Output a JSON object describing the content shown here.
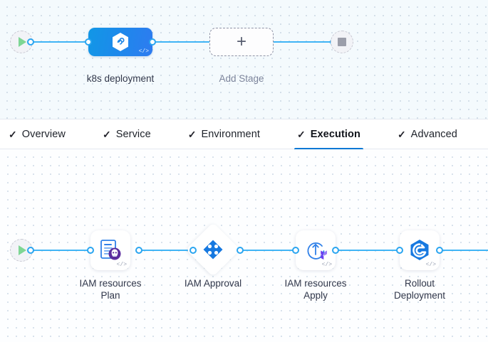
{
  "stage_canvas": {
    "start_node": {
      "icon": "play-icon",
      "name": "pipeline-start"
    },
    "end_node": {
      "icon": "stop-icon",
      "name": "pipeline-end"
    },
    "stages": [
      {
        "label": "k8s deployment",
        "icon": "kubernetes-hexagon-icon",
        "code_tag": "</>",
        "selected": true
      },
      {
        "label": "Add Stage",
        "icon": "plus-icon",
        "placeholder": true
      }
    ],
    "background": "#f4fafd",
    "connector_color": "#40b4f5"
  },
  "tabs": {
    "items": [
      {
        "label": "Overview",
        "check": "✓",
        "active": false
      },
      {
        "label": "Service",
        "check": "✓",
        "active": false
      },
      {
        "label": "Environment",
        "check": "✓",
        "active": false
      },
      {
        "label": "Execution",
        "check": "✓",
        "active": true
      },
      {
        "label": "Advanced",
        "check": "✓",
        "active": false
      }
    ],
    "active_underline_color": "#0878d4"
  },
  "step_canvas": {
    "start_node": {
      "icon": "play-icon",
      "name": "execution-start"
    },
    "steps": [
      {
        "label": "IAM resources\nPlan",
        "icon": "terraform-plan-icon",
        "code_tag": "</>",
        "shape": "rounded"
      },
      {
        "label": "IAM Approval",
        "icon": "approval-diamond-icon",
        "shape": "diamond"
      },
      {
        "label": "IAM resources\nApply",
        "icon": "terraform-apply-icon",
        "code_tag": "</>",
        "shape": "rounded"
      },
      {
        "label": "Rollout\nDeployment",
        "icon": "rollout-deployment-icon",
        "code_tag": "</>",
        "shape": "rounded"
      }
    ],
    "background": "#fdfeff",
    "connector_color": "#40b4f5"
  }
}
